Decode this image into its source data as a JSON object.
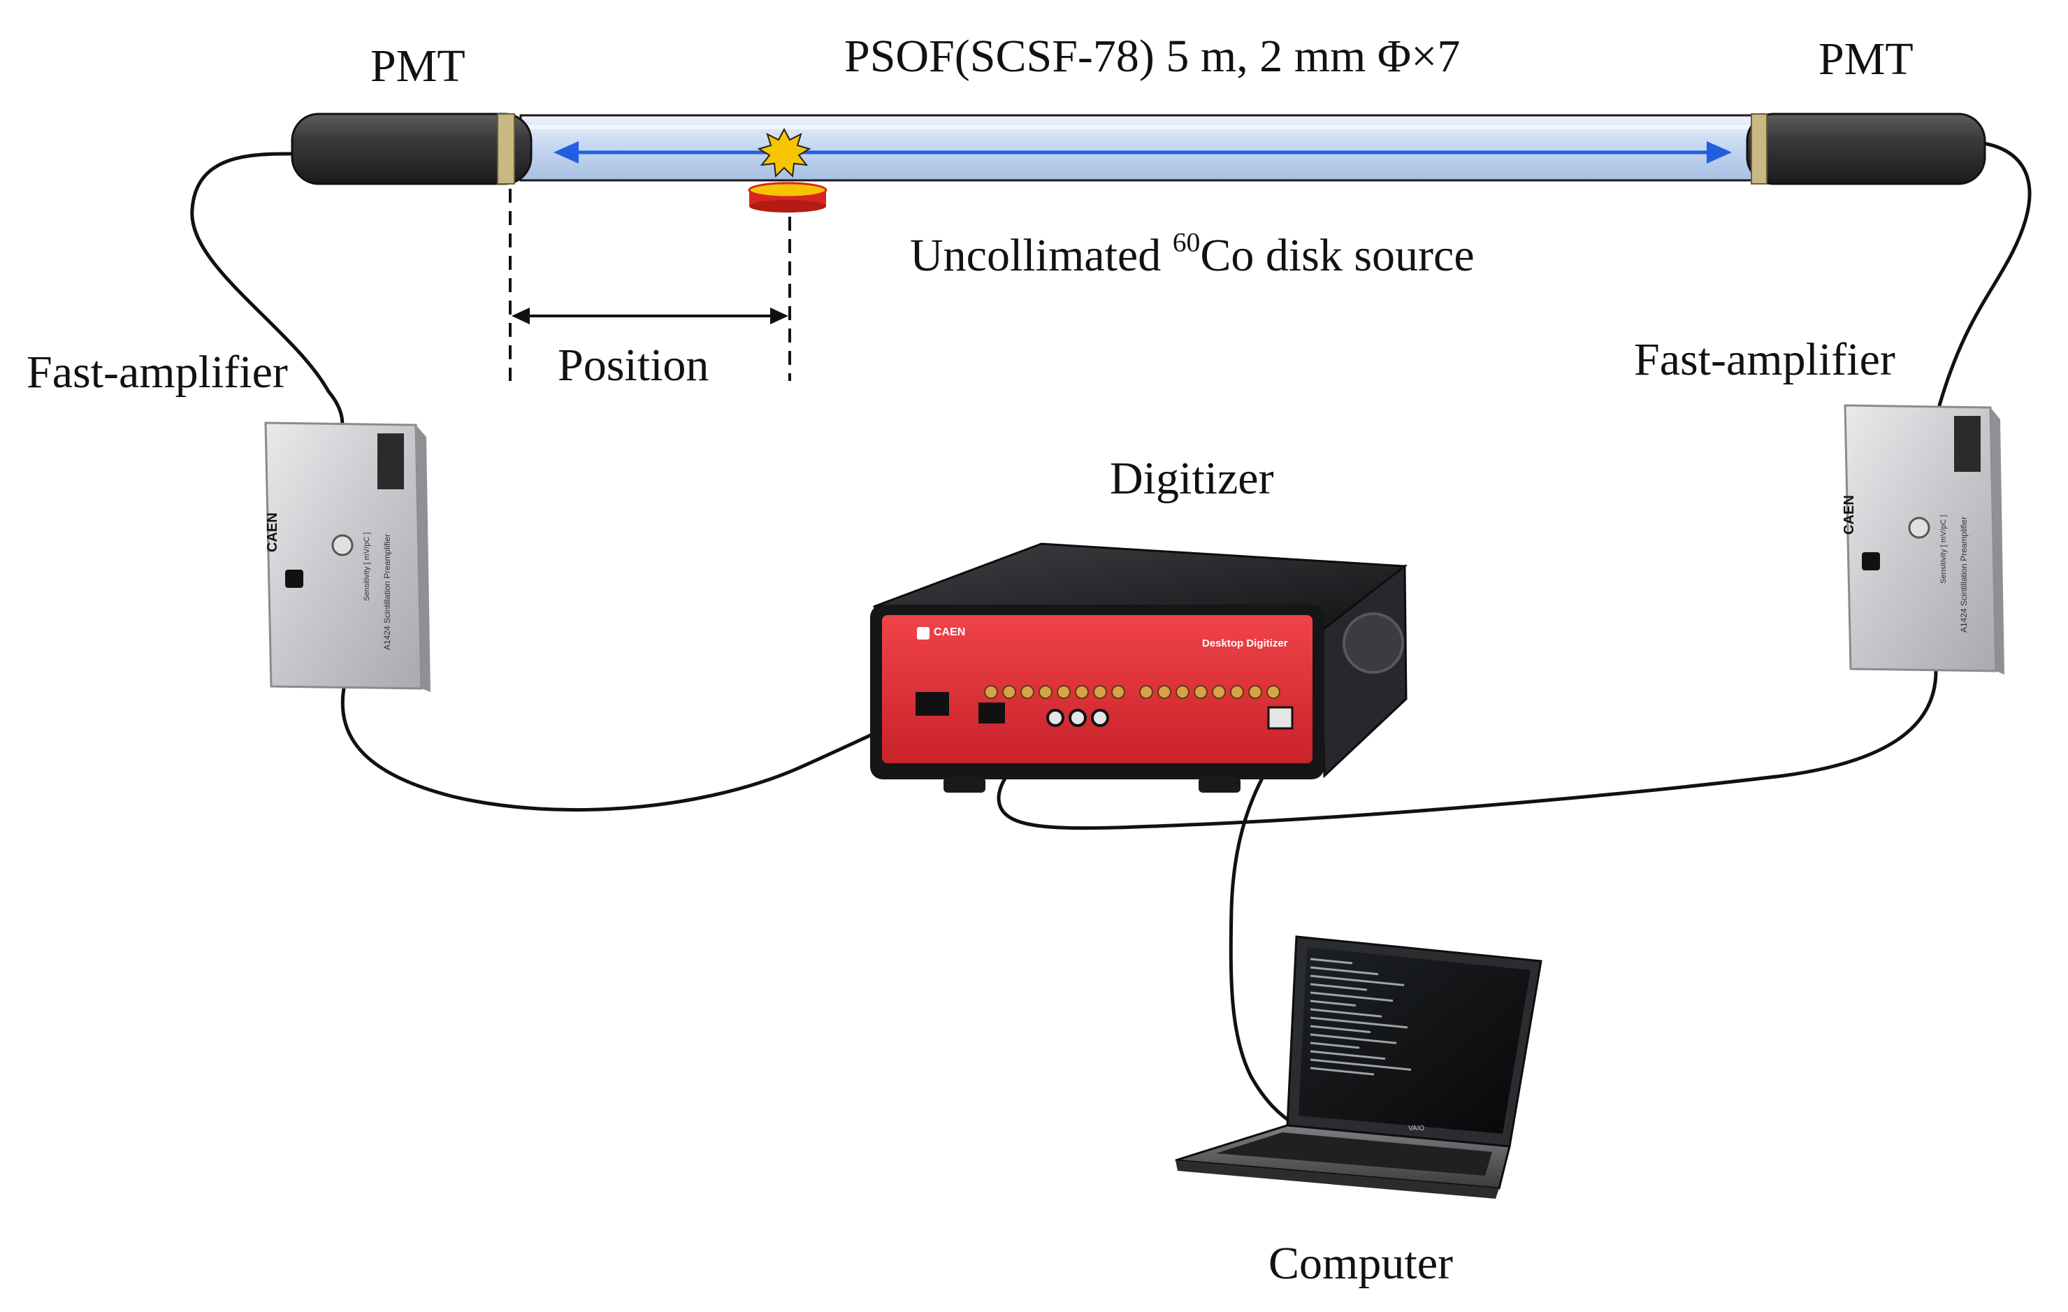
{
  "labels": {
    "pmt_left": "PMT",
    "pmt_right": "PMT",
    "fiber": "PSOF(SCSF-78) 5 m, 2 mm Φ×7",
    "source_pre": "Uncollimated ",
    "source_iso": "60",
    "source_post": "Co disk source",
    "position": "Position",
    "amp_left": "Fast-amplifier",
    "amp_right": "Fast-amplifier",
    "digitizer": "Digitizer",
    "computer": "Computer"
  },
  "device_text": {
    "amp_brand": "CAEN",
    "amp_model": "A1424 Scintillation Preamplifier",
    "amp_sens": "Sensitivity [ mV/pC ]",
    "dig_brand": "CAEN",
    "dig_model": "Desktop Digitizer",
    "laptop_brand": "VAIO"
  },
  "colors": {
    "pmt_body": "#3a3a3a",
    "fiber_fill": "#c9d9f2",
    "arrow": "#1f5fe0",
    "digitizer_front": "#e8313a",
    "amplifier": "#cfd0d2",
    "cable": "#111111",
    "source_red": "#d9241e",
    "source_yellow": "#f6c500"
  }
}
